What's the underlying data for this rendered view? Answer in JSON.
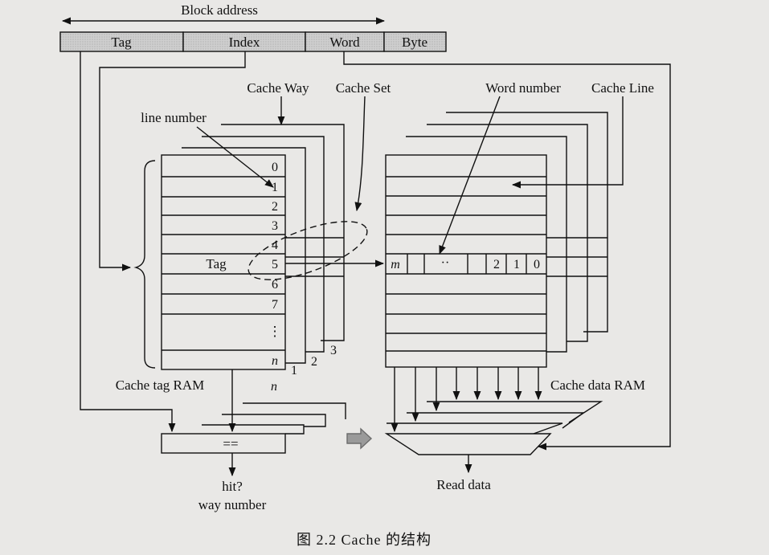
{
  "diagram": {
    "block_address_label": "Block address",
    "address_fields": [
      "Tag",
      "Index",
      "Word",
      "Byte"
    ],
    "cache_way_label": "Cache Way",
    "cache_set_label": "Cache Set",
    "line_number_label": "line number",
    "word_number_label": "Word number",
    "cache_line_label": "Cache Line",
    "tag_ram_row_numbers": [
      "0",
      "1",
      "2",
      "3",
      "4",
      "5",
      "6",
      "7",
      "⋮",
      "n"
    ],
    "tag_cell_label": "Tag",
    "way_numbers": [
      "1",
      "2",
      "3"
    ],
    "way_n_label": "n",
    "word_cells": [
      "m",
      "··",
      "2",
      "1",
      "0"
    ],
    "cache_tag_ram_label": "Cache tag RAM",
    "cache_data_ram_label": "Cache data RAM",
    "compare_label": "==",
    "hit_label": "hit?",
    "way_number_label": "way number",
    "read_data_label": "Read data",
    "caption": "图 2.2   Cache 的结构"
  },
  "colors": {
    "background": "#e9e8e6",
    "field_fill": "#c8c8c8",
    "line": "#111111"
  }
}
